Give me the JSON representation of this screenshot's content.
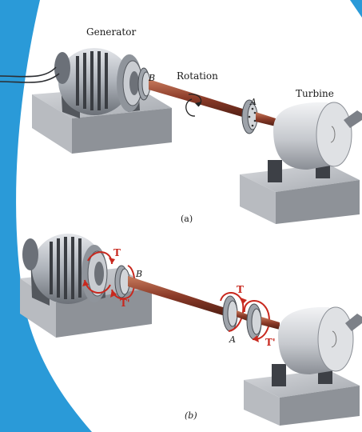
{
  "figure_a": {
    "generator_label": "Generator",
    "rotation_label": "Rotation",
    "turbine_label": "Turbine",
    "point_b": "B",
    "point_a": "A",
    "caption": "(a)"
  },
  "figure_b": {
    "point_b": "B",
    "point_a": "A",
    "torque_t_gen": "T",
    "torque_tprime_gen": "T'",
    "torque_t_shaft": "T",
    "torque_tprime_turb": "T'",
    "caption": "(b)"
  },
  "colors": {
    "accent_blue": "#2a9ad8",
    "shaft": "#8a3a28",
    "torque_red": "#c8281e"
  }
}
